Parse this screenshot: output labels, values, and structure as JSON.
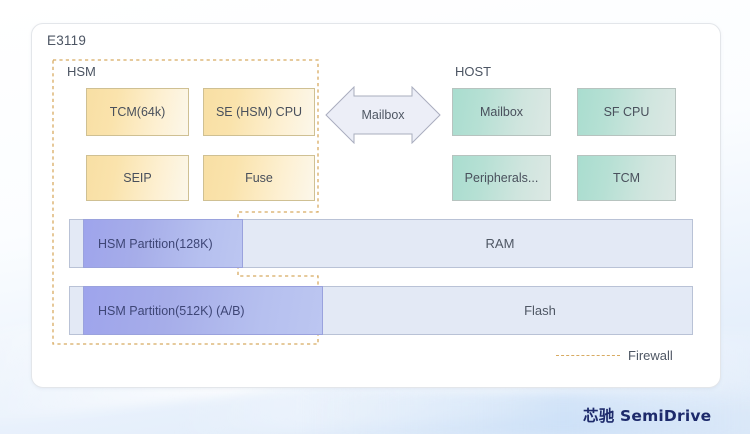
{
  "background": {
    "sky_color": "#dce9f9",
    "card_color": "#ffffff"
  },
  "chip": {
    "title": "E3119"
  },
  "domains": {
    "secure_label": "HSM",
    "host_label": "HOST"
  },
  "hsm_blocks": [
    {
      "label": "TCM(64k)",
      "color": "#f8dfa4"
    },
    {
      "label": "SE (HSM) CPU",
      "color": "#f8dfa4"
    },
    {
      "label": "SEIP",
      "color": "#f8dfa4"
    },
    {
      "label": "Fuse",
      "color": "#f8dfa4"
    }
  ],
  "host_blocks": [
    {
      "label": "Mailbox",
      "color": "#a9ddcf"
    },
    {
      "label": "SF CPU",
      "color": "#a9ddcf"
    },
    {
      "label": "Peripherals...",
      "color": "#a9ddcf"
    },
    {
      "label": "TCM",
      "color": "#a9ddcf"
    }
  ],
  "interconnect": {
    "label": "Mailbox",
    "icon": "double-arrow-icon",
    "fill": "#eceef7"
  },
  "memory_bars": [
    {
      "name": "RAM",
      "partition_label": "HSM Partition(128K)",
      "bar_color": "#e3e9f5",
      "partition_color": "#9ea4ec"
    },
    {
      "name": "Flash",
      "partition_label": "HSM Partition(512K) (A/B)",
      "bar_color": "#e3e9f5",
      "partition_color": "#9ea4ec"
    }
  ],
  "legend": {
    "label": "Firewall",
    "line_style": "dashed",
    "line_color": "#d8ab62"
  },
  "branding": {
    "logo_text": "芯驰 SemiDrive",
    "logo_color": "#1d2a6b"
  }
}
